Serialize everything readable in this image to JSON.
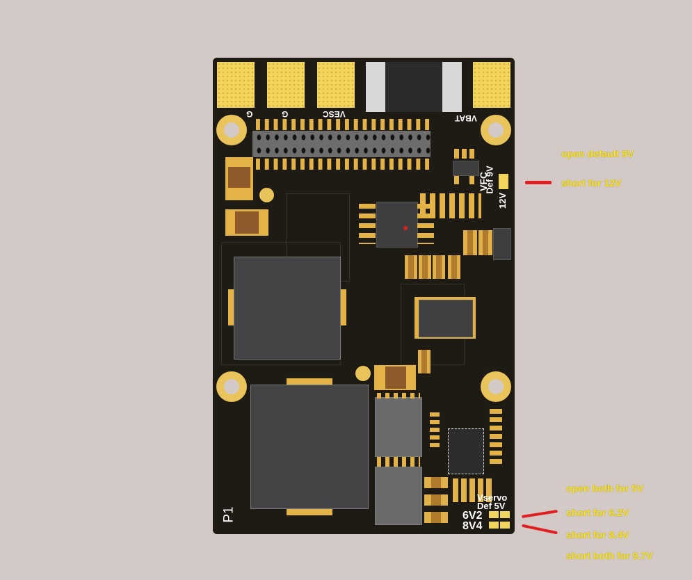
{
  "board": {
    "pad_labels": [
      "G",
      "G",
      "VESC",
      "VBAT"
    ],
    "vfc": {
      "title": "VFC",
      "default": "Def 9V",
      "alt": "12V"
    },
    "vservo": {
      "title": "Vservo",
      "default": "Def 5V",
      "opt1": "6V2",
      "opt2": "8V4"
    },
    "corner_label": "P1"
  },
  "annotations": {
    "vfc_open": "open default  9V",
    "vfc_short": "short for 12V",
    "servo_open": "open both for 5V",
    "servo_62": "short for 6.2V",
    "servo_84": "short for 8.4V",
    "servo_both": "short both for 9.7V"
  },
  "colors": {
    "pcb": "#1e1a14",
    "gold": "#f2d35b",
    "annotation": "#f7e226",
    "marker": "#e02020"
  }
}
